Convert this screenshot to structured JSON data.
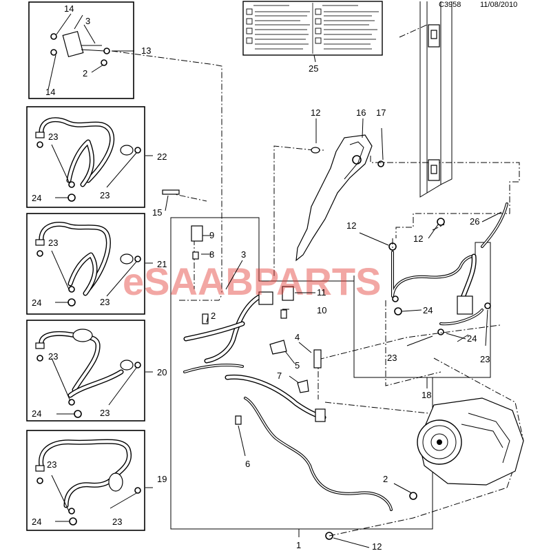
{
  "header": {
    "code": "C3958",
    "date": "11/08/2010"
  },
  "watermark": {
    "text": "eSAABPARTS",
    "color": "#e23b35"
  },
  "labels": {
    "l1": "1",
    "l2a": "2",
    "l2b": "2",
    "l2c": "2",
    "l3a": "3",
    "l3b": "3",
    "l4": "4",
    "l5": "5",
    "l6": "6",
    "l7": "7",
    "l8": "8",
    "l9": "9",
    "l10": "10",
    "l11": "11",
    "l12a": "12",
    "l12b": "12",
    "l12c": "12",
    "l12d": "12",
    "l13": "13",
    "l14a": "14",
    "l14b": "14",
    "l15": "15",
    "l16": "16",
    "l17": "17",
    "l18": "18",
    "l19": "19",
    "l20": "20",
    "l21": "21",
    "l22": "22",
    "l23a": "23",
    "l23b": "23",
    "l23c": "23",
    "l23d": "23",
    "l23e": "23",
    "l23f": "23",
    "l23g": "23",
    "l23h": "23",
    "l23i": "23",
    "l23j": "23",
    "l24a": "24",
    "l24b": "24",
    "l24c": "24",
    "l24d": "24",
    "l24e": "24",
    "l24f": "24",
    "l25": "25",
    "l26": "26"
  }
}
